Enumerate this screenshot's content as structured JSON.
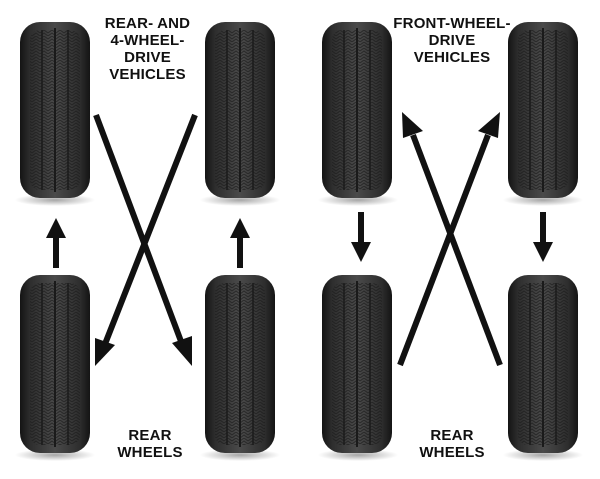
{
  "left_panel": {
    "heading": [
      "REAR- AND",
      "4-WHEEL-",
      "DRIVE",
      "VEHICLES"
    ],
    "footer": [
      "REAR",
      "WHEELS"
    ]
  },
  "right_panel": {
    "heading": [
      "FRONT-WHEEL-",
      "DRIVE",
      "VEHICLES"
    ],
    "footer": [
      "REAR",
      "WHEELS"
    ]
  },
  "colors": {
    "arrow": "#111111",
    "tire": "#3b3b3b",
    "background": "#ffffff"
  }
}
